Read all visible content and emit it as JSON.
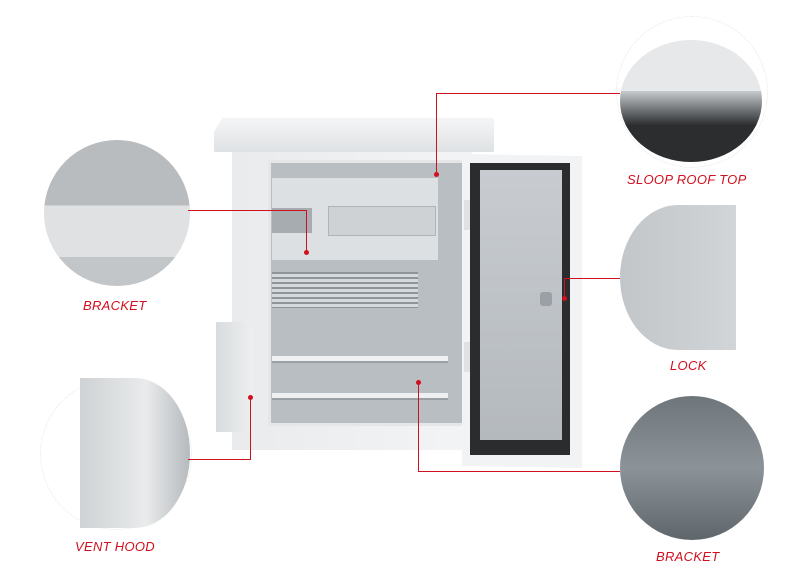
{
  "image": {
    "subject": "Outdoor electrical enclosure cabinet with open door",
    "accent_color": "#d0101e"
  },
  "callouts": [
    {
      "id": "bracket-top",
      "label": "BRACKET",
      "position": "left-upper"
    },
    {
      "id": "vent-hood",
      "label": "VENT HOOD",
      "position": "left-lower"
    },
    {
      "id": "sloop-roof-top",
      "label": "SLOOP ROOF TOP",
      "position": "right-top"
    },
    {
      "id": "lock",
      "label": "LOCK",
      "position": "right-middle"
    },
    {
      "id": "bracket-bottom",
      "label": "BRACKET",
      "position": "right-bottom"
    }
  ]
}
